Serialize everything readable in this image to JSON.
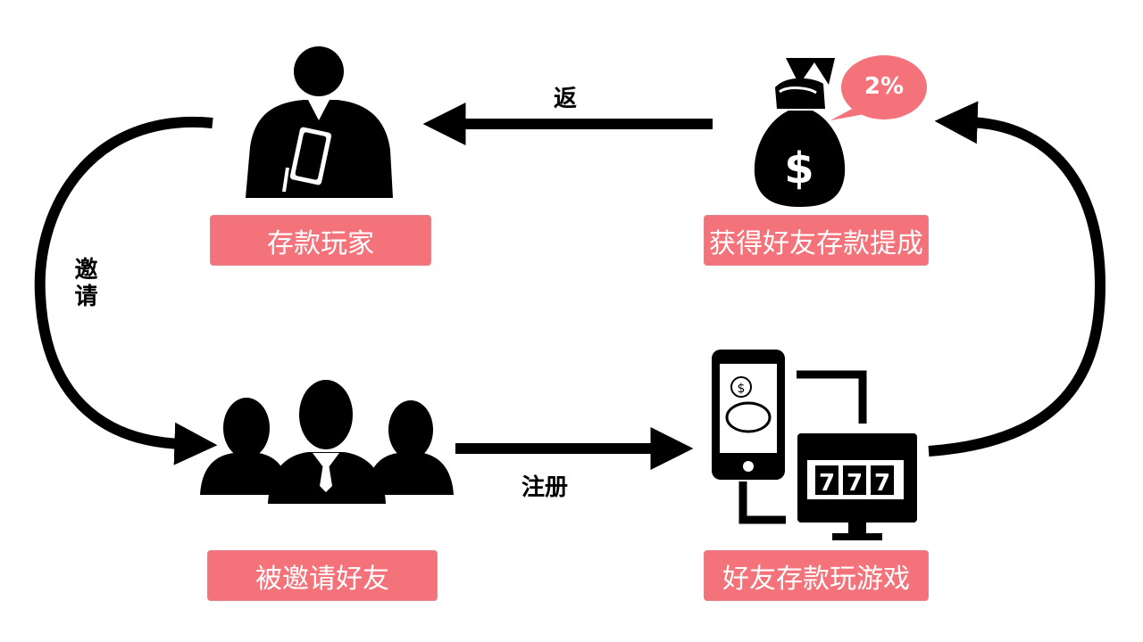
{
  "nodes": {
    "depositor": {
      "label": "存款玩家",
      "icon": "person-with-phone-icon"
    },
    "commission": {
      "label": "获得好友存款提成",
      "icon": "money-bag-icon",
      "badge": "2%"
    },
    "invited": {
      "label": "被邀请好友",
      "icon": "group-people-icon"
    },
    "friend_play": {
      "label": "好友存款玩游戏",
      "icon": "phone-slot-machine-icon"
    }
  },
  "edges": {
    "invite": "邀请",
    "register": "注册",
    "rebate": "返"
  },
  "colors": {
    "box_fill": "#f4727a",
    "box_text": "#ffffff",
    "badge_fill": "#f4727a",
    "arrow": "#000000"
  }
}
